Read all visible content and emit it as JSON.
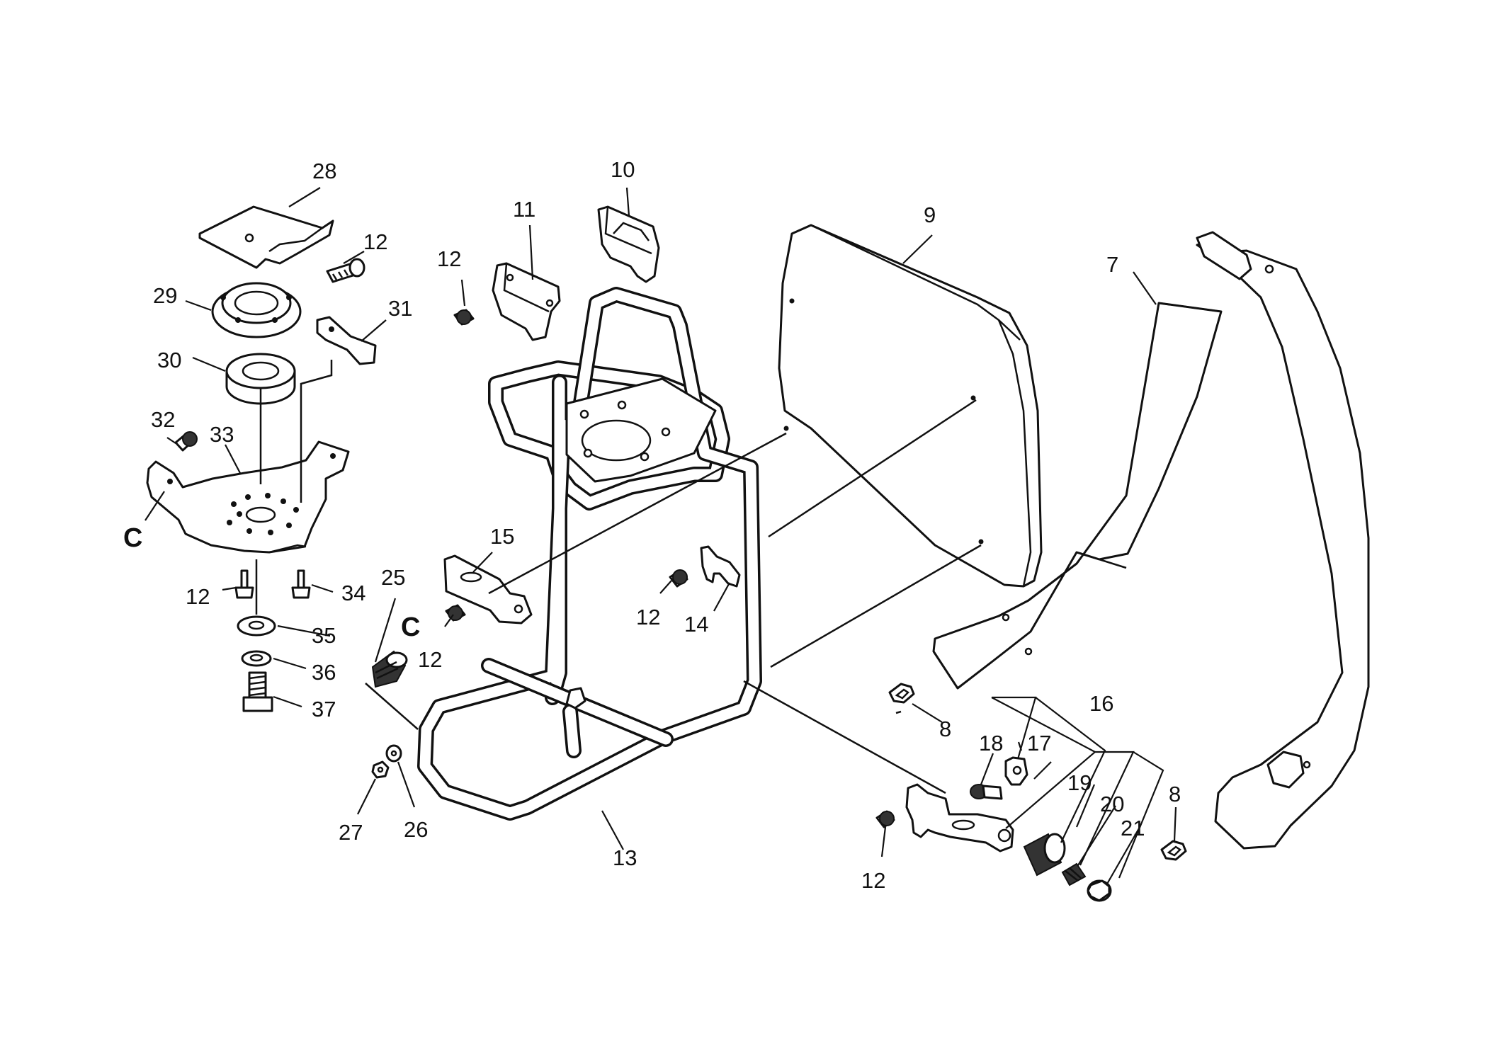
{
  "labels": {
    "l28": "28",
    "l12a": "12",
    "l29": "29",
    "l31": "31",
    "l30": "30",
    "l32": "32",
    "l33": "33",
    "lC1": "C",
    "l12b": "12",
    "l34": "34",
    "l35": "35",
    "l36": "36",
    "l37": "37",
    "l25": "25",
    "lC2": "C",
    "l27": "27",
    "l26": "26",
    "l11": "11",
    "l10": "10",
    "l12c": "12",
    "l15": "15",
    "l12d": "12",
    "l12e": "12",
    "l14": "14",
    "l13": "13",
    "l9": "9",
    "l7": "7",
    "l8a": "8",
    "l16": "16",
    "l18": "18",
    "l17": "17",
    "l19": "19",
    "l20": "20",
    "l21": "21",
    "l8b": "8",
    "l12f": "12"
  }
}
